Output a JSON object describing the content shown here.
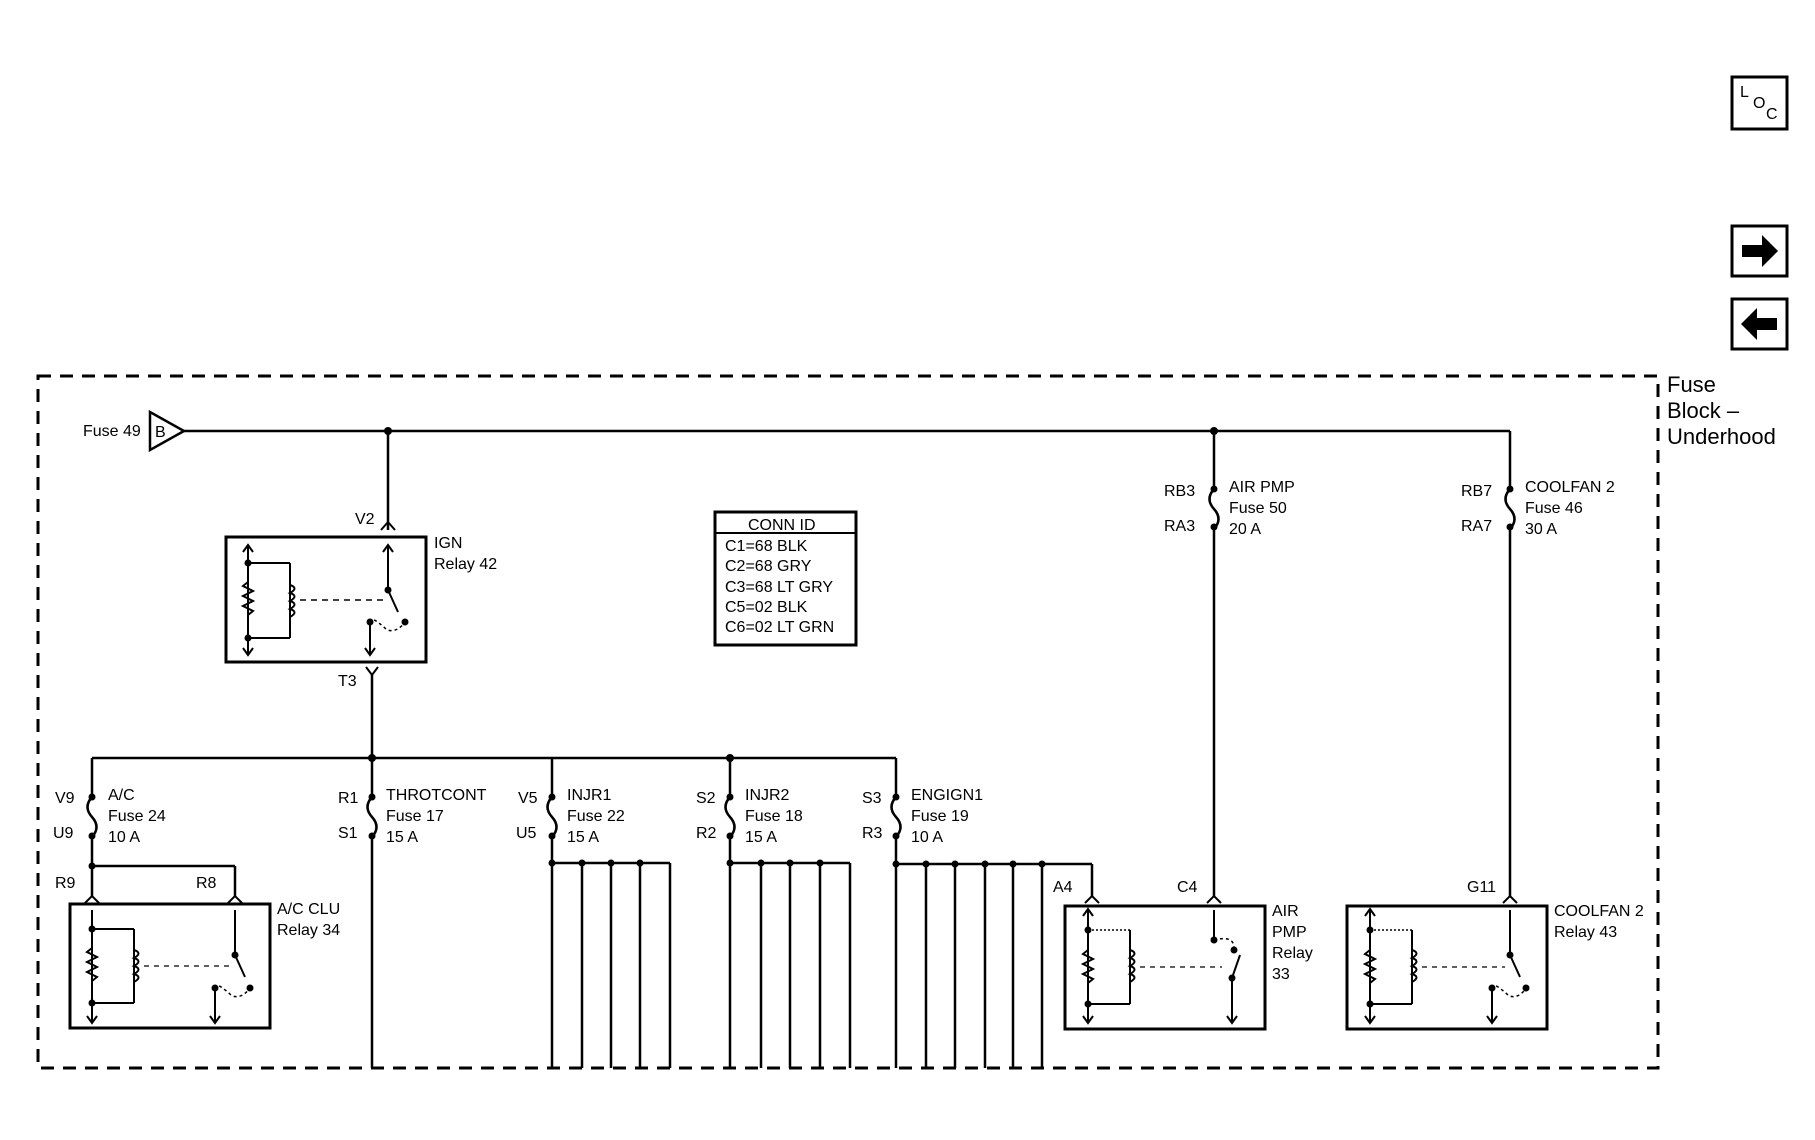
{
  "nav": {
    "loc_l": "L",
    "loc_o": "O",
    "loc_c": "C"
  },
  "block_label": [
    "Fuse",
    "Block –",
    "Underhood"
  ],
  "feed": {
    "label": "Fuse 49",
    "connector": "B"
  },
  "conn_id": {
    "title": "CONN ID",
    "rows": [
      "C1=68 BLK",
      "C2=68 GRY",
      "C3=68 LT GRY",
      "C5=02 BLK",
      "C6=02 LT GRN"
    ]
  },
  "ign": {
    "in_pin": "V2",
    "out_pin": "T3",
    "name": [
      "IGN",
      "Relay 42"
    ]
  },
  "air_fuse": {
    "top_pin": "RB3",
    "bot_pin": "RA3",
    "lines": [
      "AIR PMP",
      "Fuse 50",
      "20 A"
    ]
  },
  "coolfan_fuse": {
    "top_pin": "RB7",
    "bot_pin": "RA7",
    "lines": [
      "COOLFAN 2",
      "Fuse 46",
      "30 A"
    ]
  },
  "fuses": [
    {
      "top_pin": "V9",
      "bot_pin": "U9",
      "lines": [
        "A/C",
        "Fuse 24",
        "10 A"
      ]
    },
    {
      "top_pin": "R1",
      "bot_pin": "S1",
      "lines": [
        "THROTCONT",
        "Fuse 17",
        "15 A"
      ]
    },
    {
      "top_pin": "V5",
      "bot_pin": "U5",
      "lines": [
        "INJR1",
        "Fuse 22",
        "15 A"
      ]
    },
    {
      "top_pin": "S2",
      "bot_pin": "R2",
      "lines": [
        "INJR2",
        "Fuse 18",
        "15 A"
      ]
    },
    {
      "top_pin": "S3",
      "bot_pin": "R3",
      "lines": [
        "ENGIGN1",
        "Fuse 19",
        "10 A"
      ]
    }
  ],
  "ac_relay": {
    "pin_a": "R9",
    "pin_b": "R8",
    "name": [
      "A/C CLU",
      "Relay 34"
    ]
  },
  "air_relay": {
    "pin_a": "A4",
    "pin_b": "C4",
    "name": [
      "AIR",
      "PMP",
      "Relay",
      "33"
    ]
  },
  "coolfan_relay": {
    "pin": "G11",
    "name": [
      "COOLFAN 2",
      "Relay 43"
    ]
  }
}
